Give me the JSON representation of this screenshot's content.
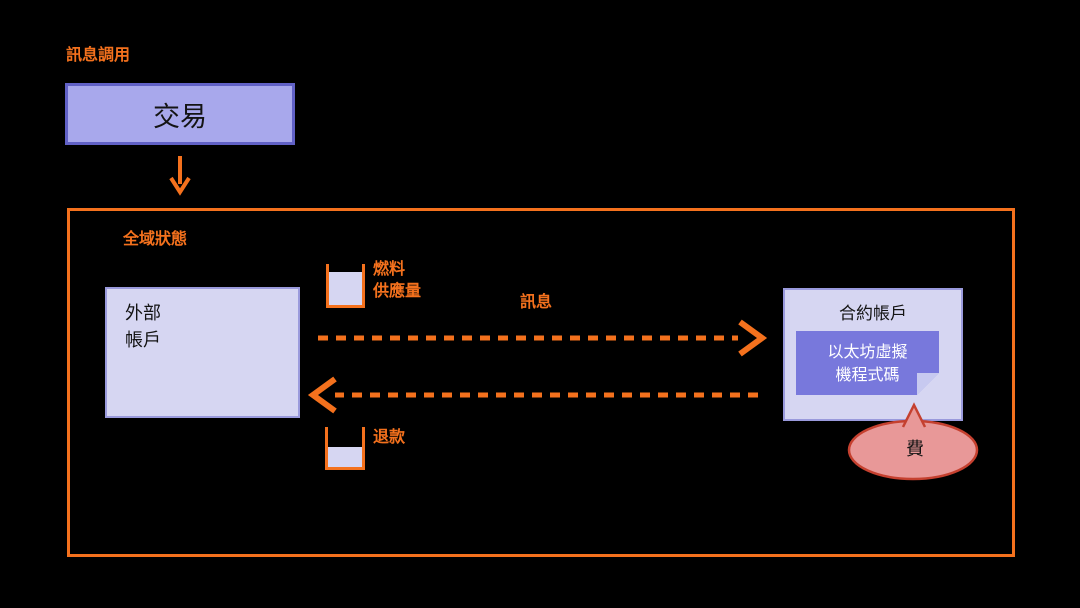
{
  "colors": {
    "background": "#000000",
    "orange": "#F4711D",
    "transaction_fill": "#A8A8EC",
    "transaction_border": "#6161C6",
    "panel_fill": "#D6D6F2",
    "panel_border": "#9A9ADC",
    "evm_fill": "#7878DC",
    "evm_fold": "#C7C9F0",
    "bubble_fill": "#E89898",
    "bubble_border": "#C5402F",
    "text_dark": "#141414",
    "evm_text": "#FFFFFF"
  },
  "labels": {
    "message_call": "訊息調用",
    "transaction": "交易",
    "global_state": "全域狀態",
    "external_account_l1": "外部",
    "external_account_l2": "帳戶",
    "gas_supply_l1": "燃料",
    "gas_supply_l2": "供應量",
    "message": "訊息",
    "refund": "退款",
    "contract_account": "合約帳戶",
    "evm_code_l1": "以太坊虛擬",
    "evm_code_l2": "機程式碼",
    "fee": "費"
  }
}
